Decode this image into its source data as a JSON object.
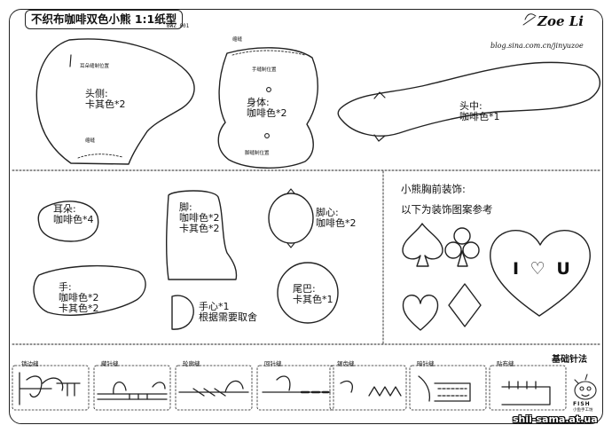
{
  "header": {
    "title": "不织布咖啡双色小熊 1:1纸型",
    "code": "BWZ 001",
    "brand": "Zoe Li",
    "blog": "blog.sina.com.cn/jinyuzoe"
  },
  "pieces": {
    "head_side": {
      "name": "头侧:",
      "color": "卡其色*2",
      "ear_mark": "耳朵缝制位置",
      "seam_mark": "缩缝"
    },
    "body": {
      "name": "身体:",
      "color": "咖啡色*2",
      "seam_mark": "缩缝",
      "hand_mark": "手缝制位置",
      "foot_mark": "脚缝制位置"
    },
    "head_mid": {
      "name": "头中:",
      "color": "咖啡色*1"
    },
    "ear": {
      "name": "耳朵:",
      "color": "咖啡色*4"
    },
    "foot": {
      "name": "脚:",
      "color1": "咖啡色*2",
      "color2": "卡其色*2"
    },
    "sole": {
      "name": "脚心:",
      "color": "咖啡色*2"
    },
    "hand": {
      "name": "手:",
      "color1": "咖啡色*2",
      "color2": "卡其色*2"
    },
    "palm": {
      "name": "手心*1",
      "note": "根据需要取舍"
    },
    "tail": {
      "name": "尾巴:",
      "color": "卡其色*1"
    }
  },
  "decor": {
    "title": "小熊胸前装饰:",
    "subtitle": "以下为装饰图案参考",
    "heart_text": "I ♡ U"
  },
  "stitches": {
    "title": "基础针法",
    "labels": [
      "锁边缝",
      "藏针缝",
      "轮廓缝",
      "回针缝",
      "锯齿缝",
      "暗针缝",
      "贴布缝"
    ]
  },
  "footer": {
    "fish": "FISH",
    "fish_sub": "小鱼手工坊",
    "watermark": "shii-sama.at.ua"
  }
}
